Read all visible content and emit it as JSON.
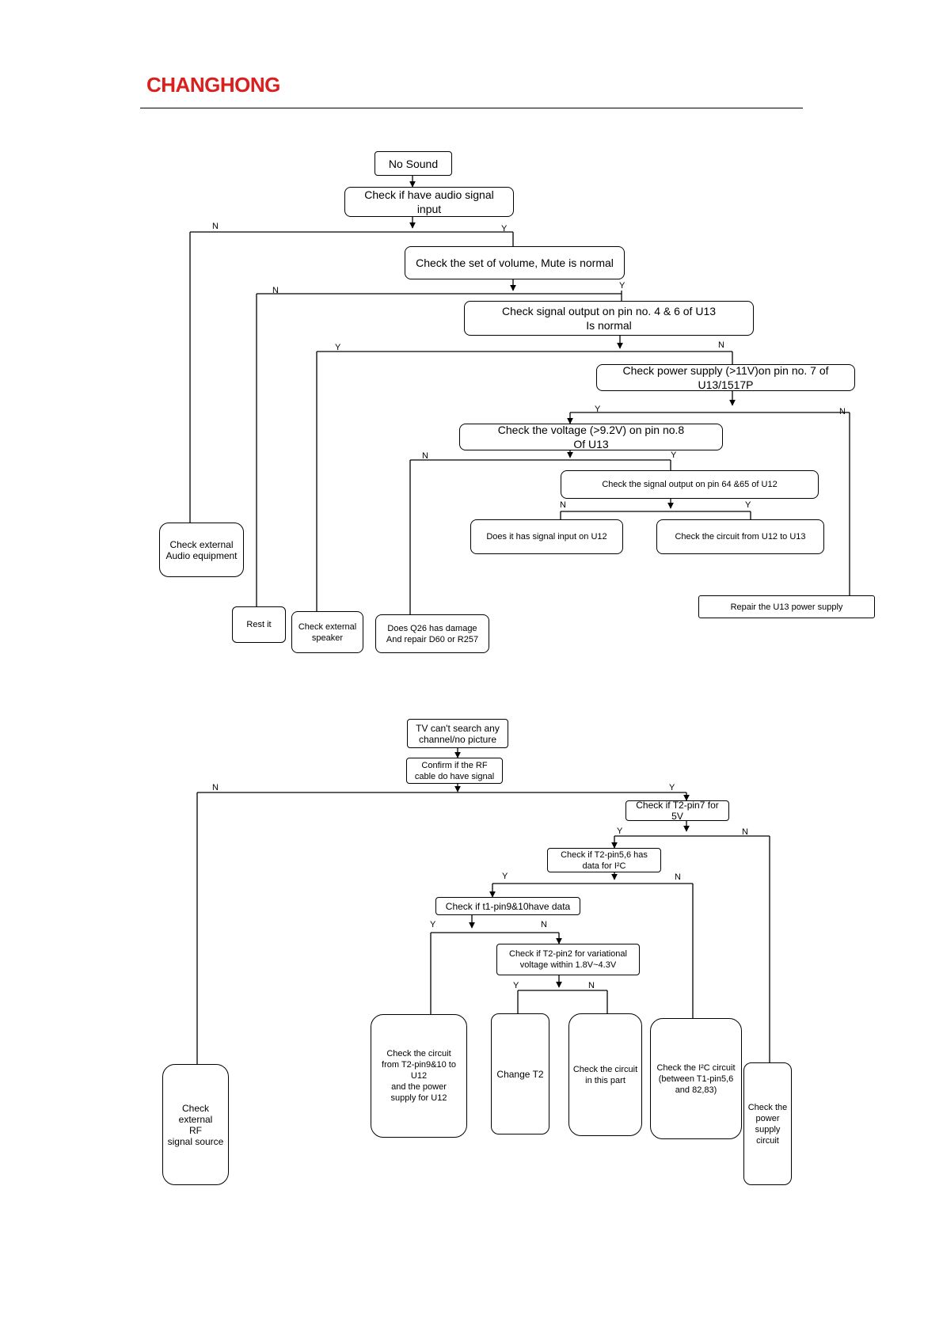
{
  "header": {
    "brand": "CHANGHONG"
  },
  "flow1": {
    "no_sound": "No Sound",
    "audio_input": "Check if have audio signal\ninput",
    "volume": "Check the set of volume, Mute is normal",
    "pin46": "Check signal output on pin no. 4 & 6 of U13\nIs normal",
    "power11": "Check power supply (>11V)on pin no. 7 of\nU13/1517P",
    "volt92": "Check the voltage (>9.2V) on pin no.8\nOf U13",
    "pin6465": "Check the signal output on pin 64 &65 of U12",
    "u12_input": "Does it has signal input on U12",
    "circuit_u12_u13": "Check  the circuit  from  U12 to U13",
    "ext_audio": "Check external\nAudio equipment",
    "reset": "Rest it",
    "ext_speaker": "Check external\nspeaker",
    "q26": "Does Q26 has damage\nAnd repair D60 or R257",
    "repair_u13": "Repair the U13 power supply",
    "labels": {
      "n1": "N",
      "y1": "Y",
      "n2": "N",
      "y2": "Y",
      "y3": "Y",
      "n3": "N",
      "y4": "Y",
      "n4": "N",
      "n5": "N",
      "y5": "Y",
      "n6": "N",
      "y6": "Y"
    }
  },
  "flow2": {
    "tv_search": "TV can't search any\nchannel/no picture",
    "rf_confirm": "Confirm if the RF\ncable do have signal",
    "t2pin7": "Check if T2-pin7 for 5V",
    "t2pin56": "Check if T2-pin5,6 has\ndata for I²C",
    "t1pin910": "Check if t1-pin9&10have data",
    "t2pin2": "Check if T2-pin2 for variational\nvoltage within 1.8V~4.3V",
    "ext_rf": "Check external\nRF\nsignal source",
    "circuit_t2": "Check the circuit\nfrom T2-pin9&10 to\nU12\nand the power\nsupply for U12",
    "change_t2": "Change T2",
    "circuit_part": "Check the circuit\nin this part",
    "i2c_circuit": "Check the I²C circuit\n(between T1-pin5,6\nand 82,83)",
    "power_circuit": "Check the\npower\nsupply\ncircuit",
    "labels": {
      "n1": "N",
      "y1": "Y",
      "y2": "Y",
      "n2": "N",
      "y3": "Y",
      "n3": "N",
      "y4": "Y",
      "n4": "N",
      "y5": "Y",
      "n5": "N"
    }
  }
}
